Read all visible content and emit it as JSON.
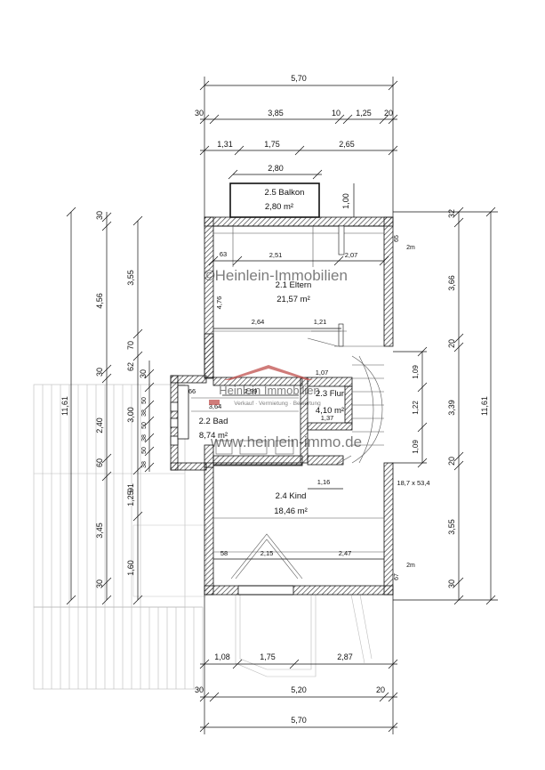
{
  "rooms": {
    "balkon": {
      "name": "2.5 Balkon",
      "area": "2,80 m²"
    },
    "eltern": {
      "name": "2.1 Eltern",
      "area": "21,57 m²"
    },
    "flur": {
      "name": "2.3 Flur",
      "area": "4,10 m²"
    },
    "bad": {
      "name": "2.2 Bad",
      "area": "8,74 m²"
    },
    "kind": {
      "name": "2.4 Kind",
      "area": "18,46 m²"
    }
  },
  "dims": {
    "top_total": "5,70",
    "top_row2": [
      "30",
      "3,85",
      "10",
      "1,25",
      "20"
    ],
    "top_row3": [
      "1,31",
      "1,75",
      "2,65"
    ],
    "balkon_width": "2,80",
    "balkon_depth": "1,00",
    "left_outer": "11,61",
    "left_mid": [
      "30",
      "4,56",
      "30",
      "2,40",
      "60",
      "3,45",
      "30"
    ],
    "left_inner": [
      "3,55",
      "70",
      "3,00",
      "1,25",
      "1,60"
    ],
    "left_small": [
      "62",
      "30",
      "50",
      "38",
      "50",
      "38",
      "50",
      "38",
      "91"
    ],
    "right_outer": "11,61",
    "right_mid": [
      "32",
      "3,66",
      "20",
      "3,39",
      "20",
      "3,55",
      "30"
    ],
    "right_stair": [
      "1,09",
      "1,22",
      "1,09"
    ],
    "bottom_row1": [
      "1,08",
      "1,75",
      "2,87"
    ],
    "bottom_row2": [
      "30",
      "5,20",
      "20"
    ],
    "bottom_total": "5,70",
    "inner": {
      "d63": "63",
      "d251": "2,51",
      "d207": "2,07",
      "d476": "4,76",
      "d65": "65",
      "d264": "2,64",
      "d121": "1,21",
      "d107": "1,07",
      "d66": "66",
      "d299": "2,99",
      "d364": "3,64",
      "d137": "1,37",
      "d116": "1,16",
      "d58": "58",
      "d215": "2,15",
      "d247": "2,47",
      "d67": "67",
      "sill_top": "2m",
      "sill_bot": "2m",
      "window": "18,7 x 53,4"
    }
  },
  "watermark": {
    "copyright": "©Heinlein-Immobilien",
    "logo_name": "Heinlein Immobilien",
    "logo_tagline": "Verkauf · Vermietung · Bewertung",
    "url": "www.heinlein-immo.de"
  },
  "colors": {
    "line": "#111111",
    "hatch": "#333333",
    "logo_red": "#c0504d"
  }
}
